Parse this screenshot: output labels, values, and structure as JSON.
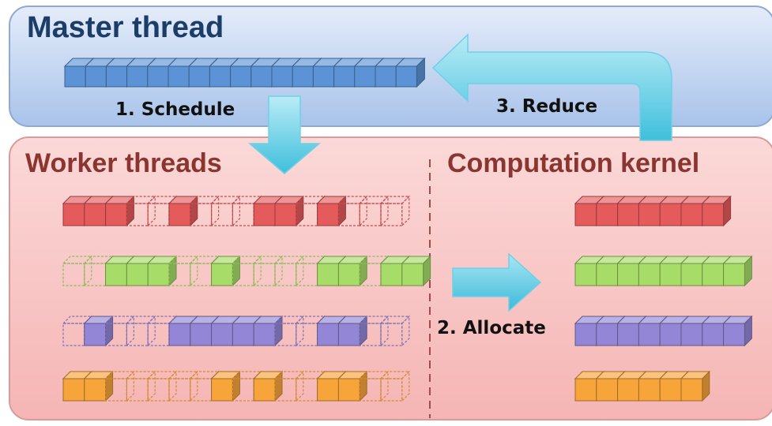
{
  "master": {
    "title": "Master thread",
    "queue_length": 17
  },
  "worker": {
    "title": "Worker threads",
    "threads": [
      {
        "color": "#e55b5b",
        "slots": [
          1,
          1,
          1,
          0,
          0,
          1,
          0,
          0,
          0,
          1,
          1,
          0,
          1,
          0,
          0,
          0
        ]
      },
      {
        "color": "#a7dc68",
        "slots": [
          0,
          0,
          1,
          1,
          1,
          0,
          0,
          1,
          0,
          0,
          0,
          0,
          1,
          1,
          0,
          1,
          1
        ]
      },
      {
        "color": "#9386d6",
        "slots": [
          0,
          1,
          0,
          0,
          0,
          1,
          1,
          1,
          1,
          1,
          0,
          0,
          1,
          1,
          0,
          0
        ]
      },
      {
        "color": "#f7a43a",
        "slots": [
          1,
          1,
          0,
          0,
          0,
          0,
          0,
          1,
          0,
          1,
          0,
          0,
          1,
          1,
          0,
          0
        ]
      }
    ]
  },
  "kernel": {
    "title": "Computation kernel",
    "rows": [
      {
        "color": "#e55b5b",
        "count": 7
      },
      {
        "color": "#a7dc68",
        "count": 8
      },
      {
        "color": "#9386d6",
        "count": 8
      },
      {
        "color": "#f7a43a",
        "count": 6
      }
    ]
  },
  "steps": {
    "schedule": "1. Schedule",
    "allocate": "2. Allocate",
    "reduce": "3. Reduce"
  },
  "colors": {
    "master_panel": "#c4d6f2",
    "worker_panel": "#f9c9c8",
    "arrow": "#5ccde6",
    "master_block": "#5b93d6"
  }
}
